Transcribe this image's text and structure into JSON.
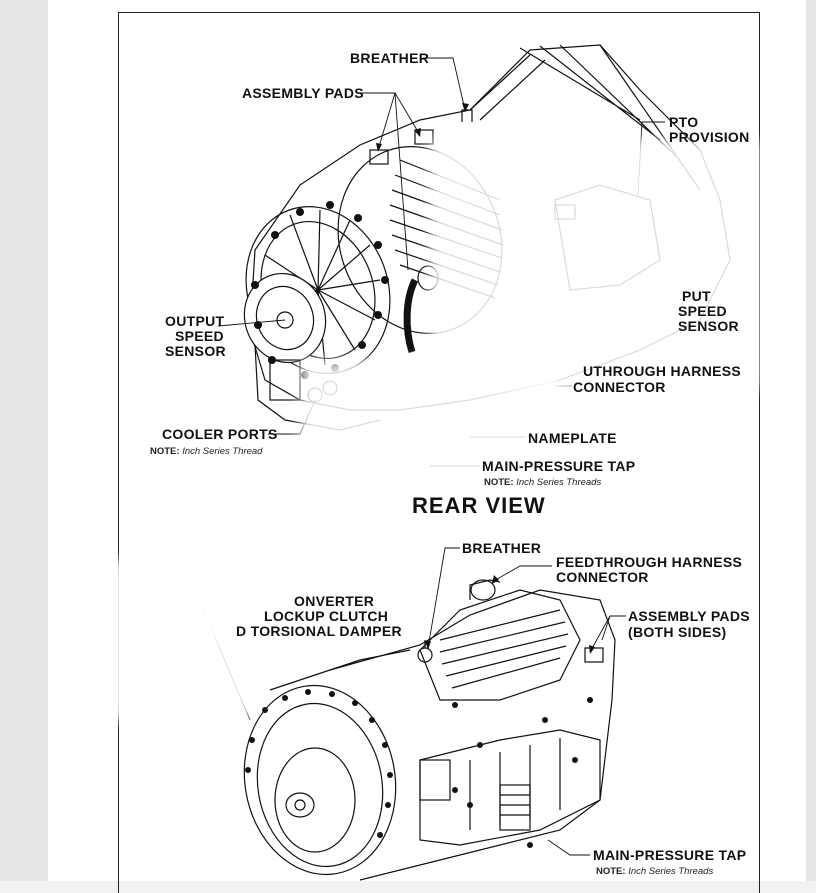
{
  "upper": {
    "labels": {
      "breather": "BREATHER",
      "assembly_pads": "ASSEMBLY PADS",
      "pto_1": "PTO",
      "pto_2": "PROVISION",
      "output_1": "OUTPUT",
      "output_2": "SPEED",
      "output_3": "SENSOR",
      "input_1": "PUT",
      "input_2": "SPEED",
      "input_3": "SENSOR",
      "feedthrough_1": "UTHROUGH HARNESS",
      "feedthrough_2": "CONNECTOR",
      "cooler_ports": "COOLER PORTS",
      "nameplate": "NAMEPLATE",
      "main_pressure": "MAIN-PRESSURE TAP"
    },
    "notes": {
      "cooler_prefix": "NOTE:",
      "cooler_text": "Inch Series Thread",
      "main_prefix": "NOTE:",
      "main_text": "Inch Series Threads"
    },
    "view_title": "REAR  VIEW"
  },
  "lower": {
    "labels": {
      "breather": "BREATHER",
      "feedthrough_1": "FEEDTHROUGH HARNESS",
      "feedthrough_2": "CONNECTOR",
      "converter_1": "ONVERTER",
      "converter_2": "LOCKUP CLUTCH",
      "converter_3": "D TORSIONAL DAMPER",
      "assembly_1": "ASSEMBLY PADS",
      "assembly_2": "(BOTH SIDES)",
      "main_pressure": "MAIN-PRESSURE TAP"
    },
    "notes": {
      "main_prefix": "NOTE:",
      "main_text": "Inch Series Threads"
    }
  },
  "colors": {
    "ink": "#111111",
    "paper": "#ffffff",
    "background": "#f2f2f2"
  }
}
